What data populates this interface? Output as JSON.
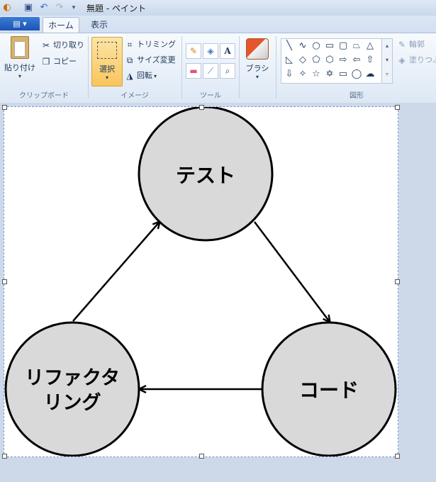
{
  "window": {
    "title": "無題 - ペイント"
  },
  "tabs": {
    "home": "ホーム",
    "view": "表示"
  },
  "clipboard": {
    "paste": "貼り付け",
    "cut": "切り取り",
    "copy": "コピー",
    "group": "クリップボード"
  },
  "image": {
    "select": "選択",
    "crop": "トリミング",
    "resize": "サイズ変更",
    "rotate": "回転",
    "group": "イメージ"
  },
  "tools": {
    "group": "ツール"
  },
  "brushes": {
    "label": "ブラシ"
  },
  "shapes": {
    "group": "図形",
    "outline": "輪郭",
    "fill": "塗りつぶ"
  },
  "diagram": {
    "nodes": {
      "test": "テスト",
      "code": "コード",
      "refactor_line1": "リファクタ",
      "refactor_line2": "リング"
    }
  }
}
